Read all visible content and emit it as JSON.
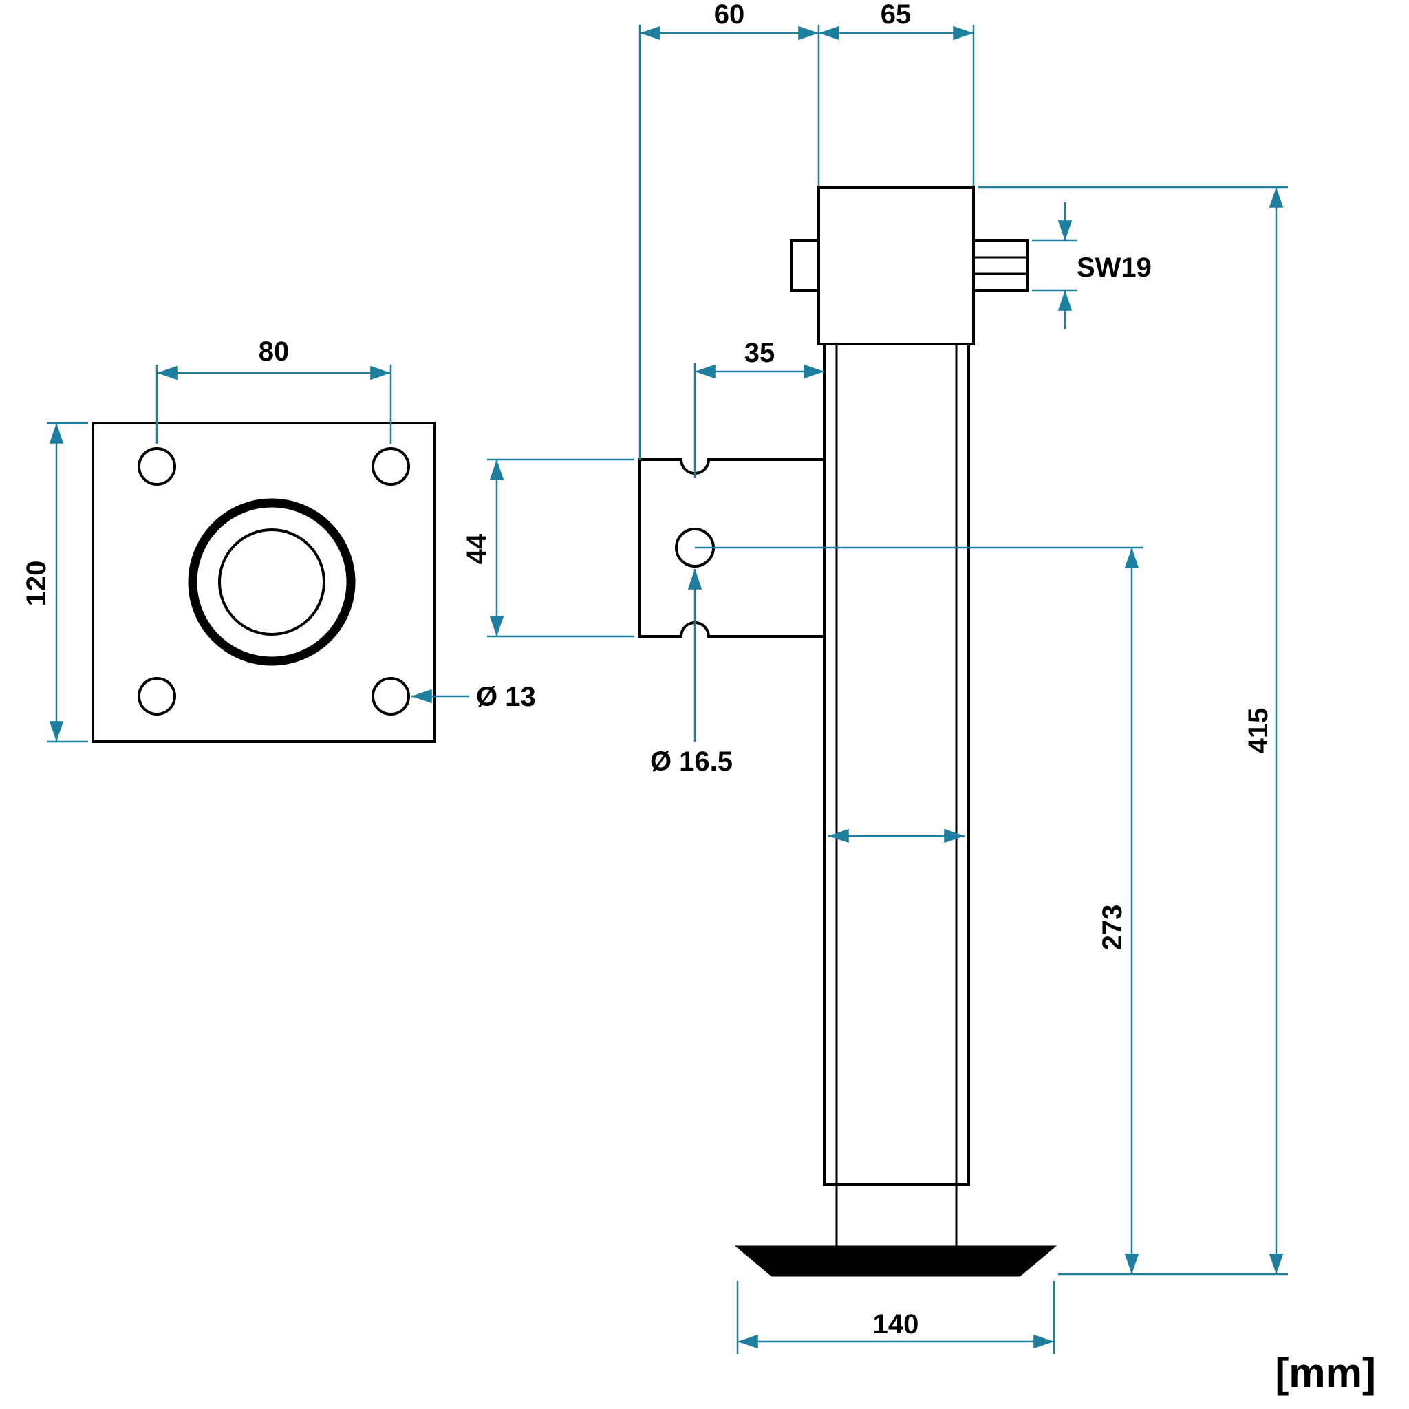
{
  "colors": {
    "dimension_lines": "#1d7f9d",
    "drawing_lines": "#000000",
    "background": "#ffffff",
    "foot_fill": "#000000"
  },
  "units_label": "[mm]",
  "flange_view": {
    "hole_spacing": "80",
    "plate_size": "120",
    "corner_hole_diameter": "Ø 13"
  },
  "side_view": {
    "bracket_offset": "60",
    "head_width": "65",
    "crank_wrench_size": "SW19",
    "hole_to_tube": "35",
    "bracket_height": "44",
    "bracket_hole_diameter": "Ø 16.5",
    "total_height": "415",
    "hole_to_ground": "273",
    "foot_width": "140"
  }
}
